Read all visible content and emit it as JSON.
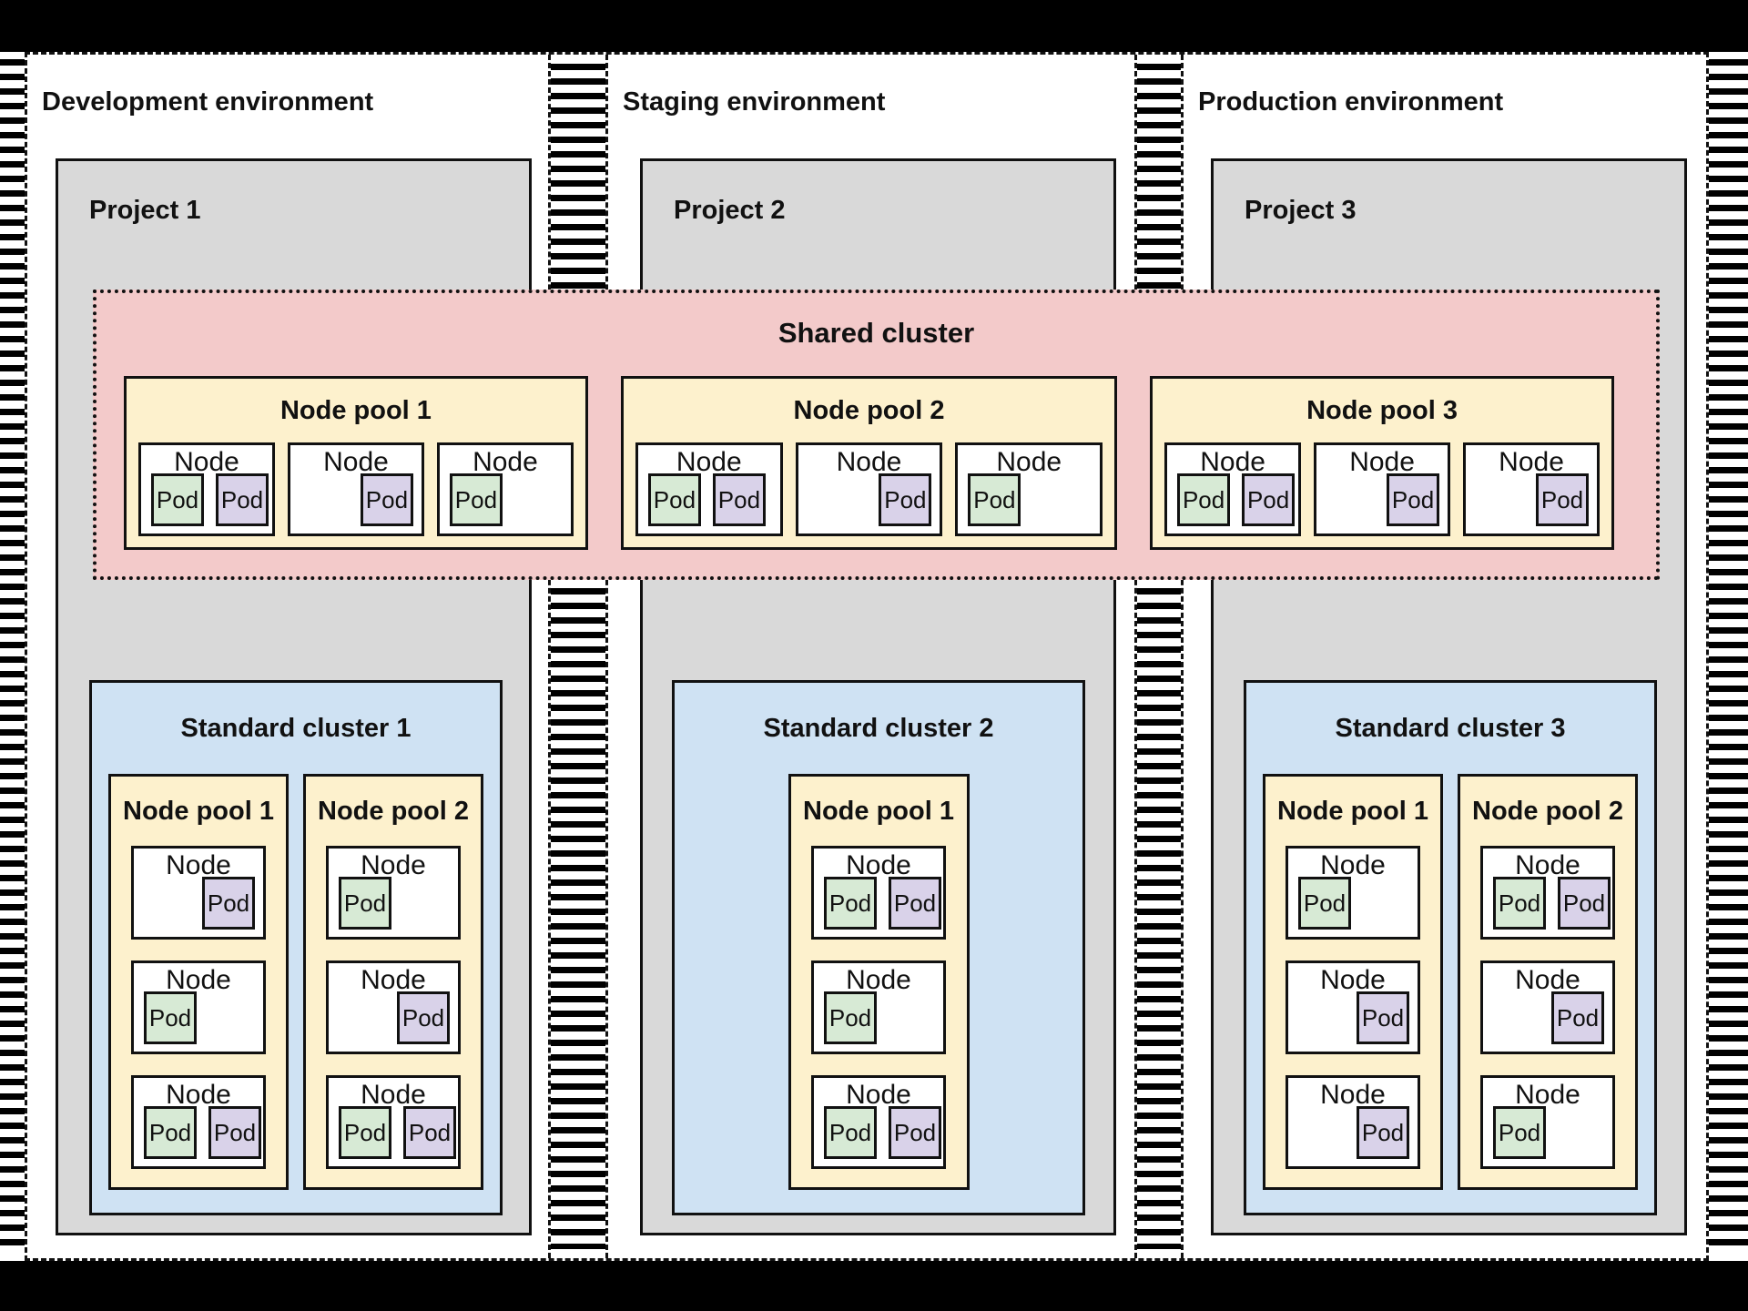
{
  "palette": {
    "project_gray": "#d9d9d9",
    "shared_cluster_pink": "#f3caca",
    "node_pool_yellow": "#fdf1cd",
    "standard_cluster_blue": "#cfe2f3",
    "pod_green": "#d7ead5",
    "pod_purple": "#d9d2e9",
    "line_black": "#111111"
  },
  "labels": {
    "node": "Node",
    "pod": "Pod"
  },
  "shared_cluster": {
    "title": "Shared cluster",
    "pools": [
      {
        "name": "Node pool 1",
        "nodes": [
          {
            "pods": [
              "green",
              "purple"
            ],
            "align": "left"
          },
          {
            "pods": [
              "purple"
            ],
            "align": "right"
          },
          {
            "pods": [
              "green"
            ],
            "align": "left"
          }
        ]
      },
      {
        "name": "Node pool 2",
        "nodes": [
          {
            "pods": [
              "green",
              "purple"
            ],
            "align": "left"
          },
          {
            "pods": [
              "purple"
            ],
            "align": "right"
          },
          {
            "pods": [
              "green"
            ],
            "align": "left"
          }
        ]
      },
      {
        "name": "Node pool 3",
        "nodes": [
          {
            "pods": [
              "green",
              "purple"
            ],
            "align": "left"
          },
          {
            "pods": [
              "purple"
            ],
            "align": "right"
          },
          {
            "pods": [
              "purple"
            ],
            "align": "right"
          }
        ]
      }
    ]
  },
  "environments": [
    {
      "title": "Development environment",
      "project": "Project 1",
      "cluster_title": "Standard cluster 1",
      "pools": [
        {
          "name": "Node pool 1",
          "nodes": [
            {
              "pods": [
                "purple"
              ],
              "align": "right"
            },
            {
              "pods": [
                "green"
              ],
              "align": "left"
            },
            {
              "pods": [
                "green",
                "purple"
              ],
              "align": "left"
            }
          ]
        },
        {
          "name": "Node pool 2",
          "nodes": [
            {
              "pods": [
                "green"
              ],
              "align": "left"
            },
            {
              "pods": [
                "purple"
              ],
              "align": "right"
            },
            {
              "pods": [
                "green",
                "purple"
              ],
              "align": "left"
            }
          ]
        }
      ]
    },
    {
      "title": "Staging environment",
      "project": "Project 2",
      "cluster_title": "Standard cluster 2",
      "pools": [
        {
          "name": "Node pool 1",
          "nodes": [
            {
              "pods": [
                "green",
                "purple"
              ],
              "align": "left"
            },
            {
              "pods": [
                "green"
              ],
              "align": "left"
            },
            {
              "pods": [
                "green",
                "purple"
              ],
              "align": "left"
            }
          ]
        }
      ]
    },
    {
      "title": "Production environment",
      "project": "Project 3",
      "cluster_title": "Standard cluster 3",
      "pools": [
        {
          "name": "Node pool 1",
          "nodes": [
            {
              "pods": [
                "green"
              ],
              "align": "left"
            },
            {
              "pods": [
                "purple"
              ],
              "align": "right"
            },
            {
              "pods": [
                "purple"
              ],
              "align": "right"
            }
          ]
        },
        {
          "name": "Node pool 2",
          "nodes": [
            {
              "pods": [
                "green",
                "purple"
              ],
              "align": "left"
            },
            {
              "pods": [
                "purple"
              ],
              "align": "right"
            },
            {
              "pods": [
                "green"
              ],
              "align": "left"
            }
          ]
        }
      ]
    }
  ]
}
